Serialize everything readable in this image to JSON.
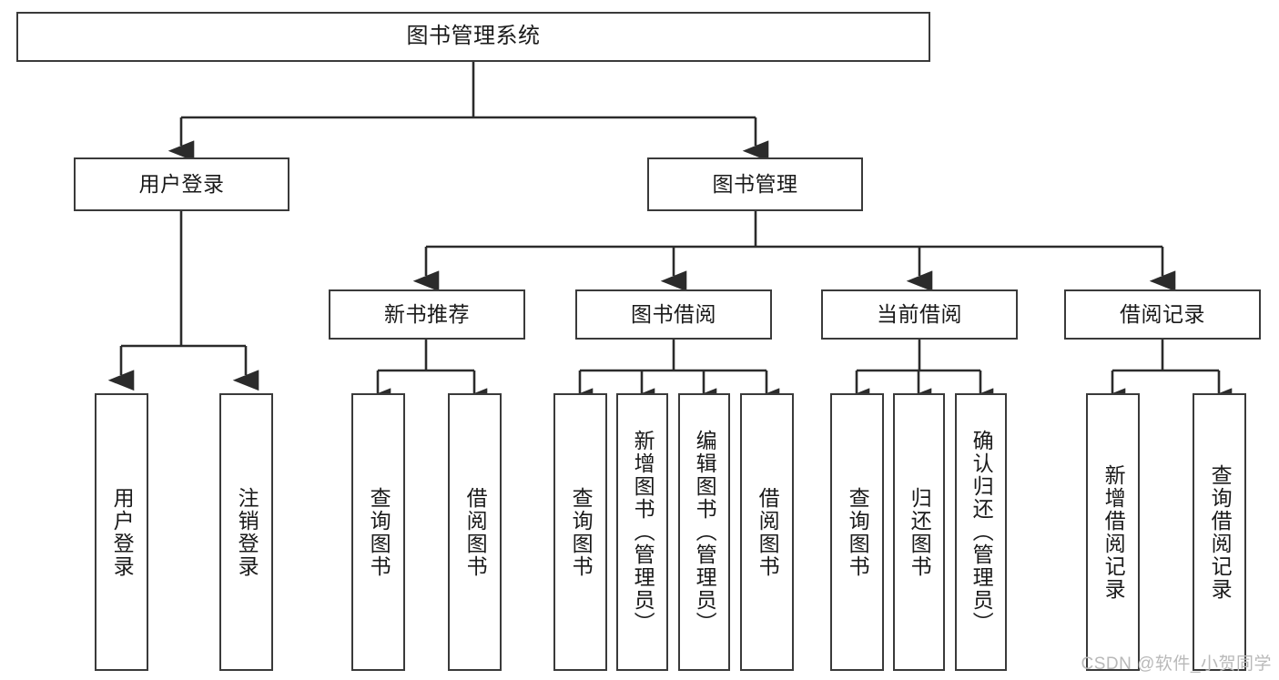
{
  "diagram": {
    "title": "图书管理系统",
    "type": "tree",
    "colors": {
      "box_border": "#3a3a3a",
      "box_fill": "#ffffff",
      "line": "#2b2b2b",
      "text": "#1a1a1a",
      "watermark": "#b9b9b9",
      "page_background": "#ffffff"
    },
    "nodes": {
      "root": {
        "label": "图书管理系统"
      },
      "level2": [
        {
          "label": "用户登录"
        },
        {
          "label": "图书管理"
        }
      ],
      "level3": [
        {
          "label": "新书推荐"
        },
        {
          "label": "图书借阅"
        },
        {
          "label": "当前借阅"
        },
        {
          "label": "借阅记录"
        }
      ],
      "level4": {
        "user_login_children": [
          {
            "label": "用户登录"
          },
          {
            "label": "注销登录"
          }
        ],
        "new_book_children": [
          {
            "label": "查询图书"
          },
          {
            "label": "借阅图书"
          }
        ],
        "book_borrow_children": [
          {
            "label": "查询图书"
          },
          {
            "label": "新增图书（管理员）"
          },
          {
            "label": "编辑图书（管理员）"
          },
          {
            "label": "借阅图书"
          }
        ],
        "current_borrow_children": [
          {
            "label": "查询图书"
          },
          {
            "label": "归还图书"
          },
          {
            "label": "确认归还（管理员）"
          }
        ],
        "borrow_record_children": [
          {
            "label": "新增借阅记录"
          },
          {
            "label": "查询借阅记录"
          }
        ]
      }
    },
    "watermark": "CSDN @软件_小贺同学"
  }
}
